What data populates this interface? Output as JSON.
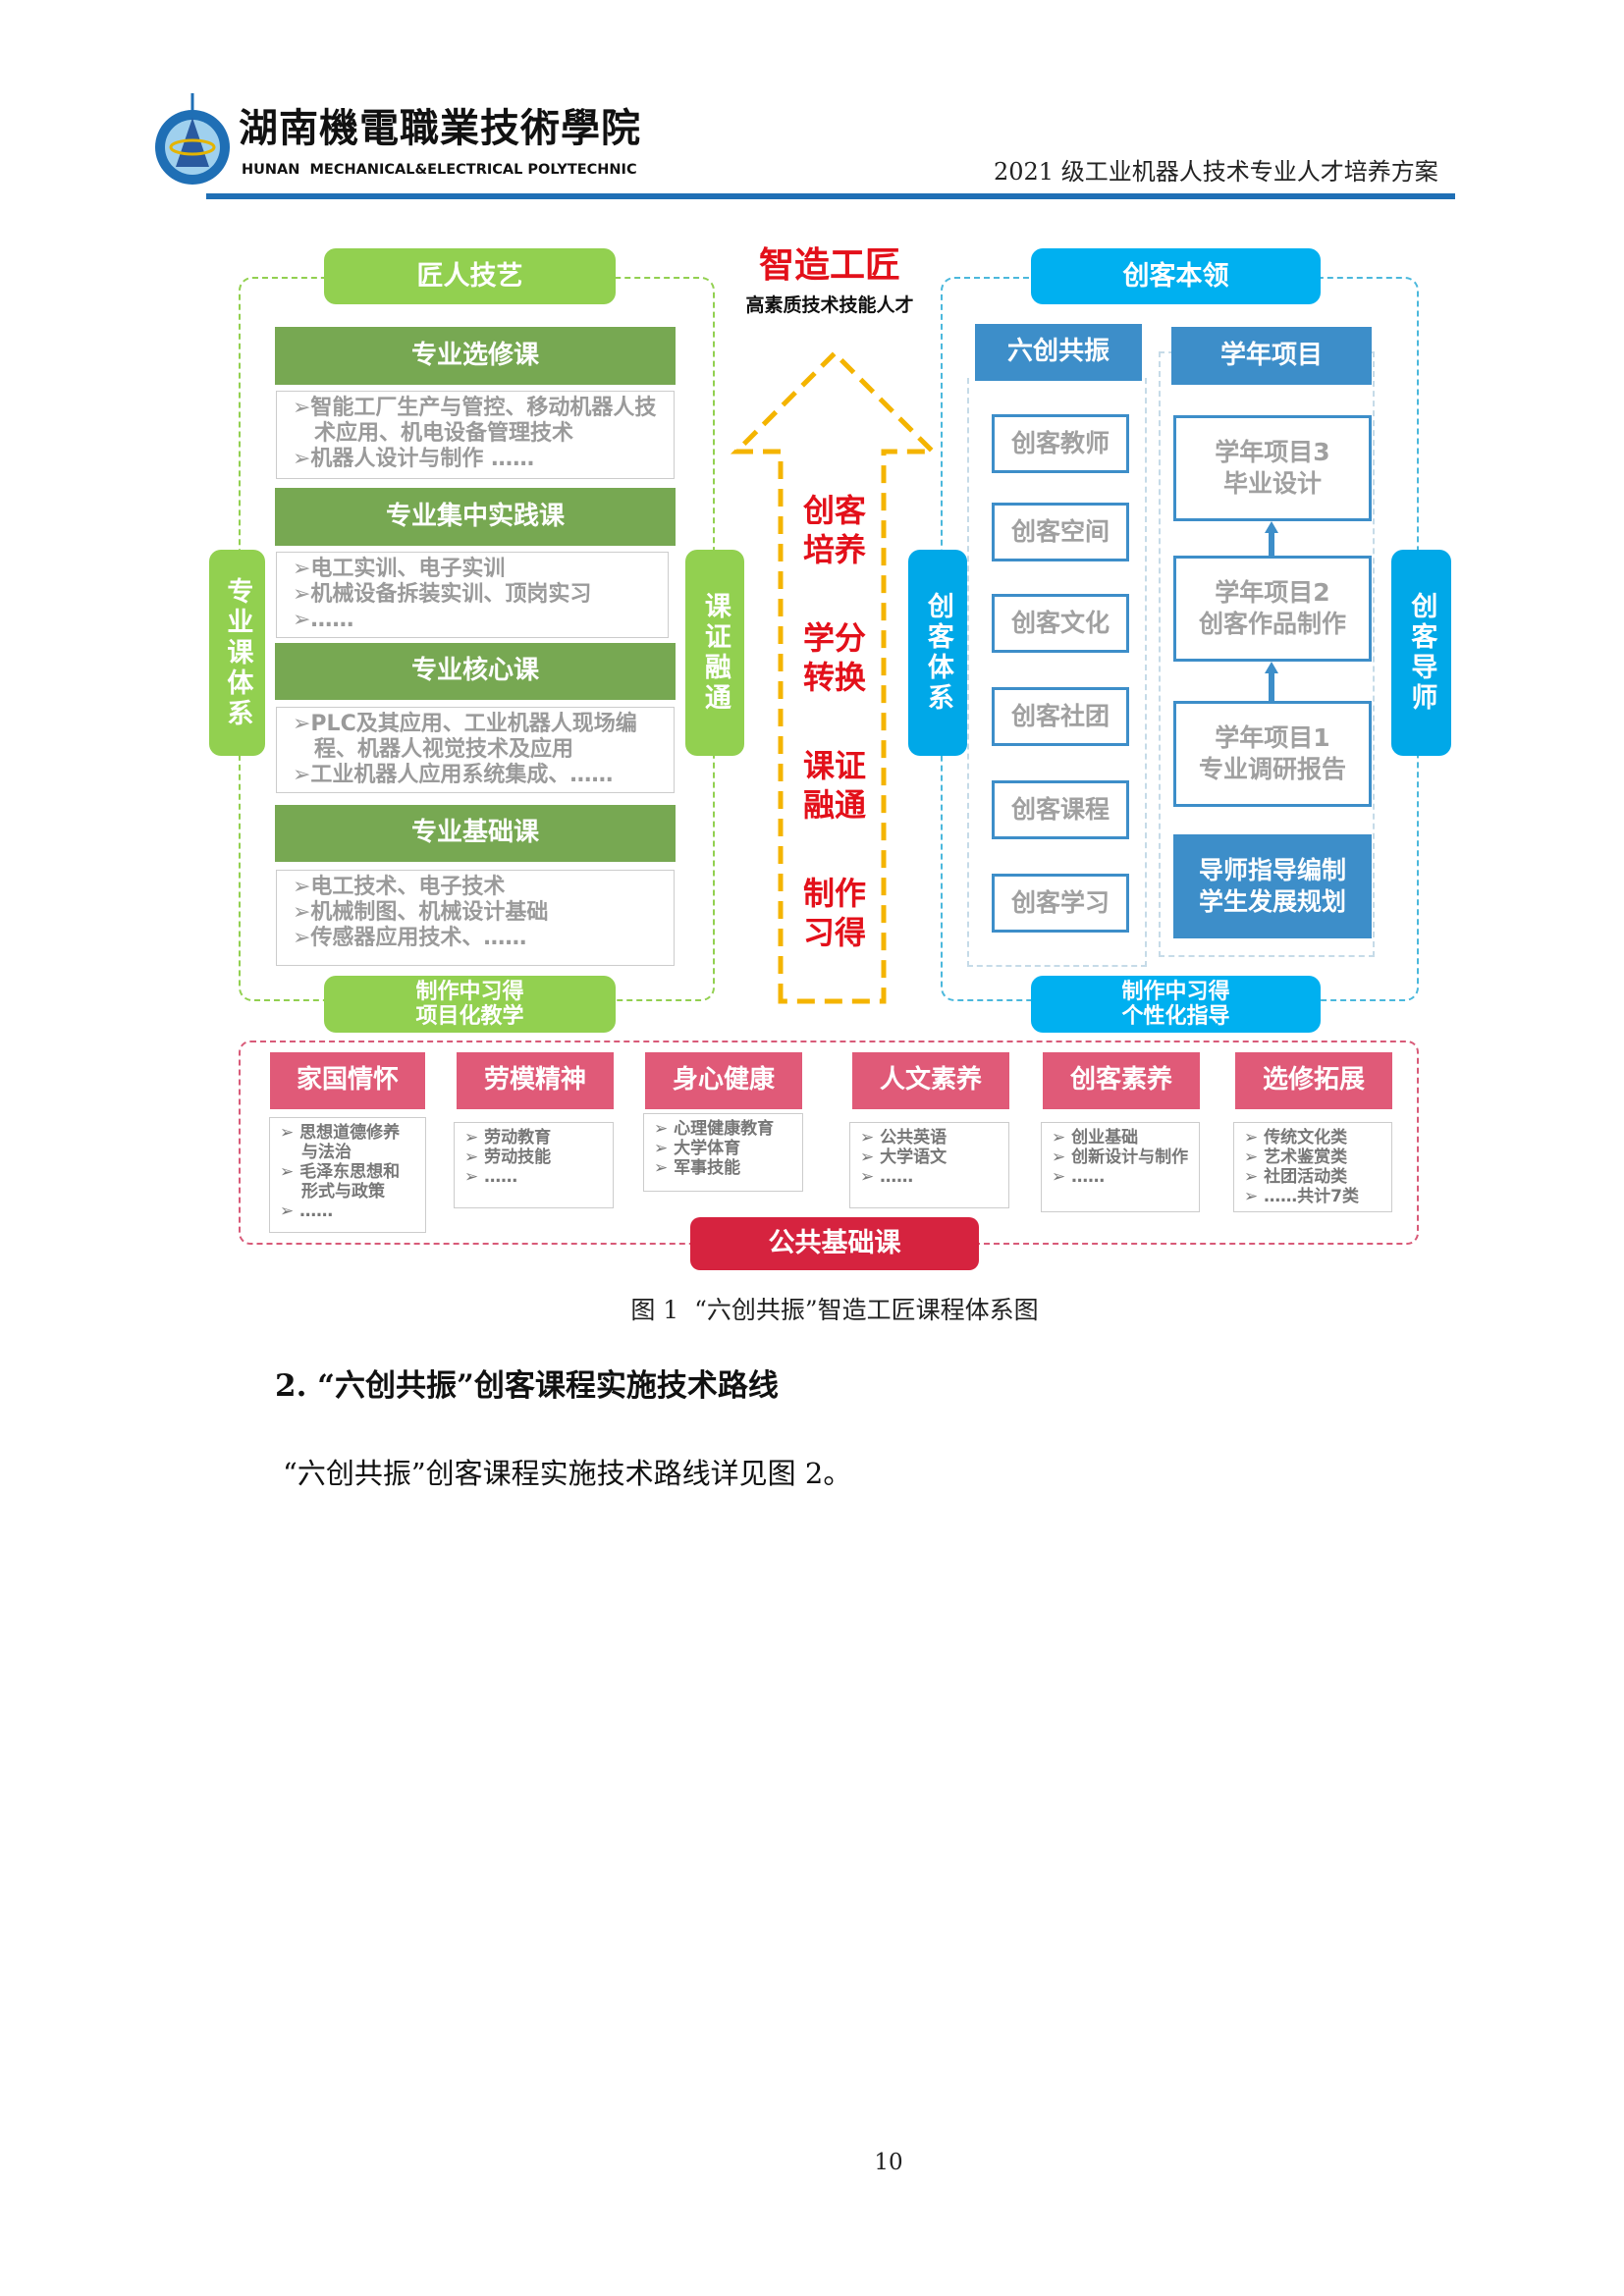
{
  "header": {
    "school_cn": "湖南機電職業技術學院",
    "school_en": "HUNAN  MECHANICAL&ELECTRICAL POLYTECHNIC",
    "doc_title": "2021 级工业机器人技术专业人才培养方案",
    "accent": "#1f6fb5"
  },
  "diagram": {
    "left": {
      "title": "匠人技艺",
      "side_left": "专业课体系",
      "side_right": "课证融通",
      "footer": "制作中习得\n项目化教学",
      "sections": [
        {
          "title": "专业选修课",
          "items": [
            "➢智能工厂生产与管控、移动机器人技术应用、机电设备管理技术",
            "➢机器人设计与制作 ……"
          ]
        },
        {
          "title": "专业集中实践课",
          "items": [
            "➢电工实训、电子实训",
            "➢机械设备拆装实训、顶岗实习",
            "➢……"
          ]
        },
        {
          "title": "专业核心课",
          "items": [
            "➢PLC及其应用、工业机器人现场编程、机器人视觉技术及应用",
            "➢工业机器人应用系统集成、……"
          ]
        },
        {
          "title": "专业基础课",
          "items": [
            "➢电工技术、电子技术",
            "➢机械制图、机械设计基础",
            "➢传感器应用技术、……"
          ]
        }
      ]
    },
    "center": {
      "title": "智造工匠",
      "subtitle": "高素质技术技能人才",
      "steps": [
        "创客\n培养",
        "学分\n转换",
        "课证\n融通",
        "制作\n习得"
      ]
    },
    "right": {
      "title": "创客本领",
      "side_left": "创客体系",
      "side_right": "创客导师",
      "footer": "制作中习得\n个性化指导",
      "six": {
        "title": "六创共振",
        "items": [
          "创客教师",
          "创客空间",
          "创客文化",
          "创客社团",
          "创客课程",
          "创客学习"
        ]
      },
      "year": {
        "title": "学年项目",
        "items": [
          "学年项目3\n毕业设计",
          "学年项目2\n创客作品制作",
          "学年项目1\n专业调研报告"
        ],
        "final": "导师指导编制\n学生发展规划"
      }
    },
    "bottom": {
      "title": "公共基础课",
      "columns": [
        {
          "title": "家国情怀",
          "items": [
            "➢ 思想道德修养与法治",
            "➢ 毛泽东思想和形式与政策",
            "➢ ……"
          ]
        },
        {
          "title": "劳模精神",
          "items": [
            "➢ 劳动教育",
            "➢ 劳动技能",
            "➢ ……"
          ]
        },
        {
          "title": "身心健康",
          "items": [
            "➢ 心理健康教育",
            "➢ 大学体育",
            "➢ 军事技能"
          ]
        },
        {
          "title": "人文素养",
          "items": [
            "➢ 公共英语",
            "➢ 大学语文",
            "➢ ……"
          ]
        },
        {
          "title": "创客素养",
          "items": [
            "➢ 创业基础",
            "➢ 创新设计与制作",
            "➢ ……"
          ]
        },
        {
          "title": "选修拓展",
          "items": [
            "➢ 传统文化类",
            "➢ 艺术鉴赏类",
            "➢ 社团活动类",
            "➢ ……共计7类"
          ]
        }
      ]
    }
  },
  "caption": "图 1  “六创共振”智造工匠课程体系图",
  "heading": "2. “六创共振”创客课程实施技术路线",
  "body": "“六创共振”创客课程实施技术路线详见图 2。",
  "page_number": "10"
}
